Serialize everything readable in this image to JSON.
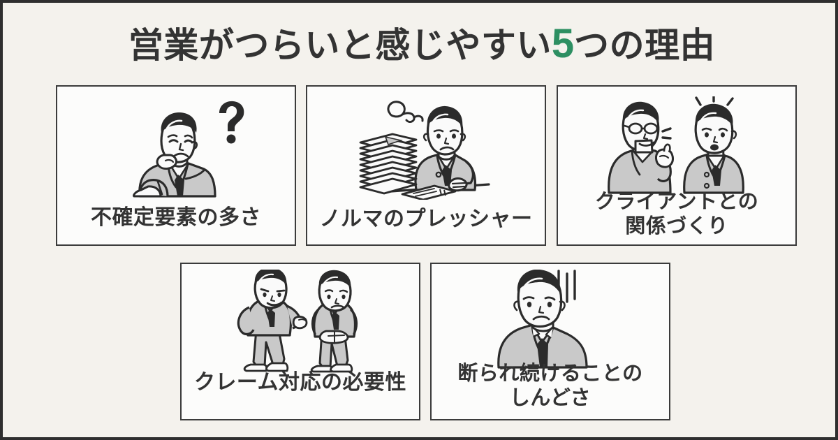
{
  "page": {
    "background_color": "#f4f2ed",
    "card_background_color": "#fcfcfb",
    "border_color": "#2f2f2f",
    "text_color": "#333333",
    "accent_color": "#2d8f62"
  },
  "title": {
    "before": "営業がつらいと感じやすい",
    "number": "5",
    "after": "つの理由",
    "full": "営業がつらいと感じやすい5つの理由"
  },
  "cards": [
    {
      "id": "card-1",
      "label_line1": "不確定要素の多さ",
      "label_line2": "",
      "illustration": "thinking-businessman-with-question-mark"
    },
    {
      "id": "card-2",
      "label_line1": "ノルマのプレッシャー",
      "label_line2": "",
      "illustration": "businessman-with-stack-of-documents"
    },
    {
      "id": "card-3",
      "label_line1": "クライアントとの",
      "label_line2": "関係づくり",
      "illustration": "two-businessmen-talking"
    },
    {
      "id": "card-4",
      "label_line1": "クレーム対応の必要性",
      "label_line2": "",
      "illustration": "angry-man-complaining-to-apologizing-man"
    },
    {
      "id": "card-5",
      "label_line1": "断られ続けることの",
      "label_line2": "しんどさ",
      "illustration": "dejected-businessman-with-gloom-lines"
    }
  ]
}
